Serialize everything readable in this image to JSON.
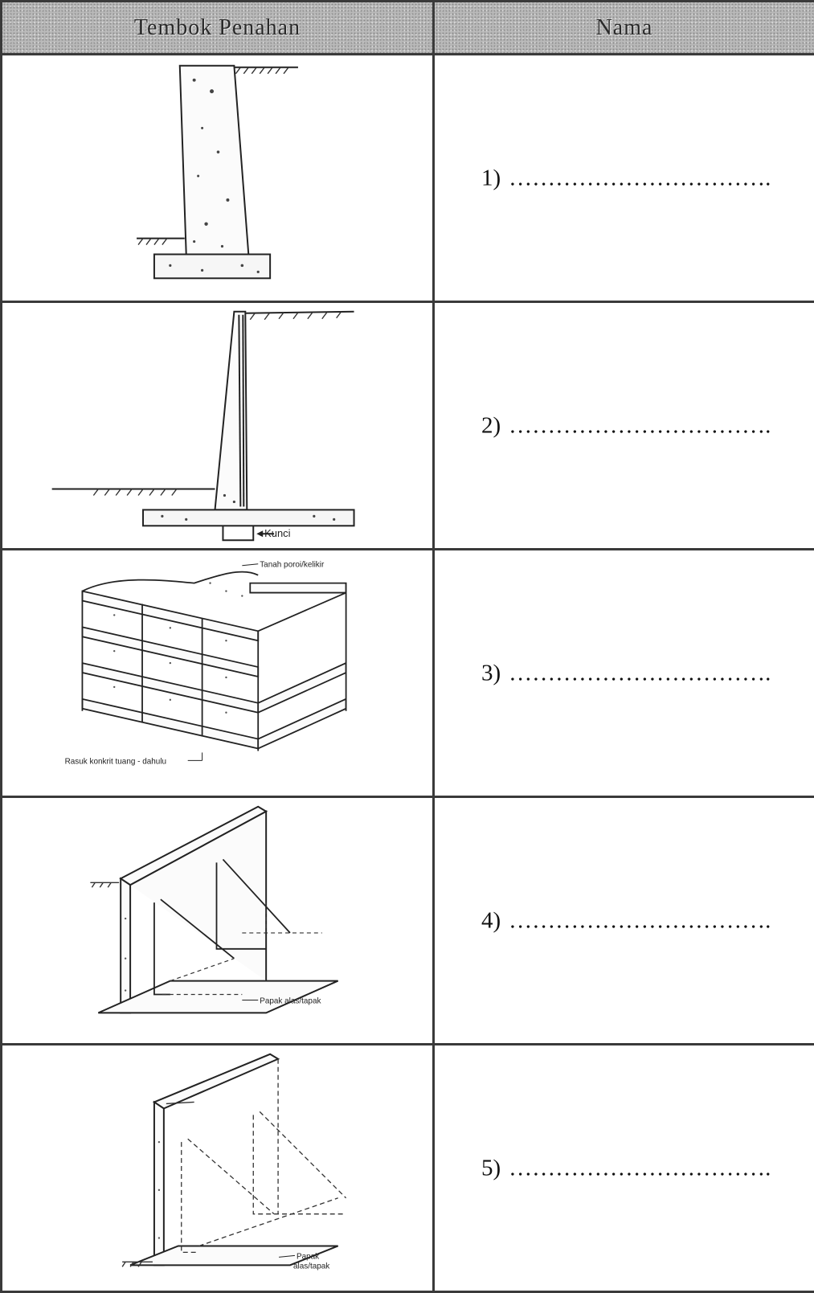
{
  "header": {
    "left": "Tembok Penahan",
    "right": "Nama"
  },
  "rows": [
    {
      "number": "1)",
      "answer": "…………………………….",
      "labels": []
    },
    {
      "number": "2)",
      "answer": "…………………………….",
      "labels": [
        "Kunci"
      ]
    },
    {
      "number": "3)",
      "answer": "…………………………….",
      "labels": [
        "Tanah poroi/kelikir",
        "Rasuk konkrit tuang - dahulu"
      ]
    },
    {
      "number": "4)",
      "answer": "…………………………….",
      "labels": [
        "Papak alas/tapak"
      ]
    },
    {
      "number": "5)",
      "answer": "…………………………….",
      "labels": [
        "Papak",
        "alas/tapak"
      ]
    }
  ]
}
